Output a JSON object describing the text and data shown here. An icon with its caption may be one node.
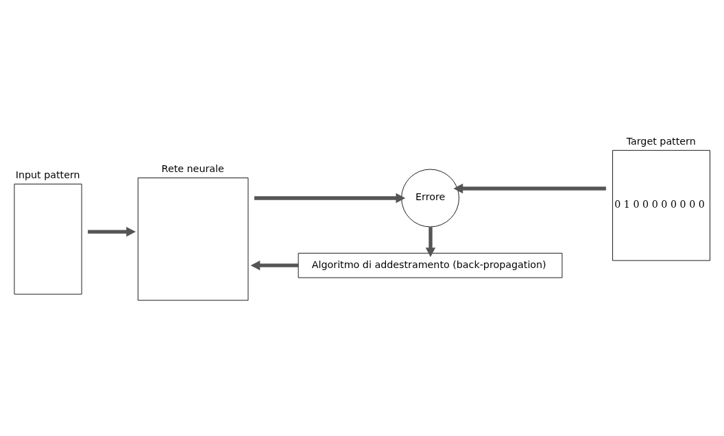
{
  "diagram": {
    "nodes": [
      {
        "text": [
          "Input pattern"
        ]
      },
      {
        "text": [
          "Rete neurale"
        ]
      },
      {
        "text": [
          "Errore"
        ]
      },
      {
        "text": [
          "Target pattern",
          "0 1 0 0 0 0 0 0 0 0"
        ]
      },
      {
        "text": [
          "Algoritmo di addestramento (back-propagation)"
        ]
      }
    ],
    "edges": [
      {
        "from": 0,
        "to": 1,
        "arrow": "to"
      },
      {
        "from": 1,
        "to": 2,
        "arrow": "to"
      },
      {
        "from": 3,
        "to": 2,
        "arrow": "to"
      },
      {
        "from": 2,
        "to": 4,
        "arrow": "to"
      },
      {
        "from": 4,
        "to": 1,
        "arrow": "to"
      }
    ]
  }
}
